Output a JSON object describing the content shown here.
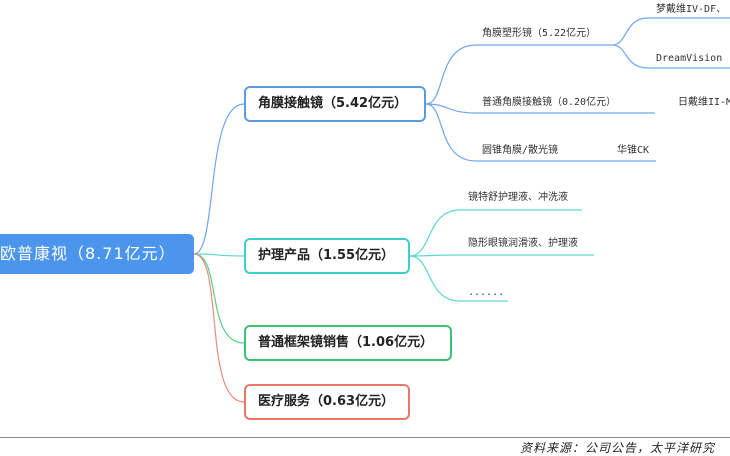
{
  "root": {
    "label": "欧普康视（8.71亿元）"
  },
  "branches": [
    {
      "label": "角膜接触镜（5.42亿元）",
      "children": [
        {
          "label": "角膜塑形镜（5.22亿元）",
          "children": [
            "梦戴维IV-DF、",
            "DreamVision"
          ]
        },
        {
          "label": "普通角膜接触镜（0.20亿元）",
          "children": [
            "日戴维II-M"
          ]
        },
        {
          "label": "圆锥角膜/散光镜",
          "children": [
            "华锥CK"
          ]
        }
      ]
    },
    {
      "label": "护理产品（1.55亿元）",
      "children": [
        {
          "label": "镜特舒护理液、冲洗液"
        },
        {
          "label": "隐形眼镜润滑液、护理液"
        },
        {
          "label": "......"
        }
      ]
    },
    {
      "label": "普通框架镜销售（1.06亿元）"
    },
    {
      "label": "医疗服务（0.63亿元）"
    }
  ],
  "footer": {
    "source": "资料来源：公司公告，太平洋研究"
  },
  "colors": {
    "root": "#4b95ec",
    "branch_contact_lens": "#5b9be6",
    "branch_care": "#3fcfcb",
    "branch_frames": "#3cc36f",
    "branch_medical": "#e9766a",
    "connector_contact_lens": "#6ea7ee",
    "connector_care": "#5fd6d2",
    "connector_frames": "#5ccf83",
    "connector_medical": "#ee8a7e"
  }
}
